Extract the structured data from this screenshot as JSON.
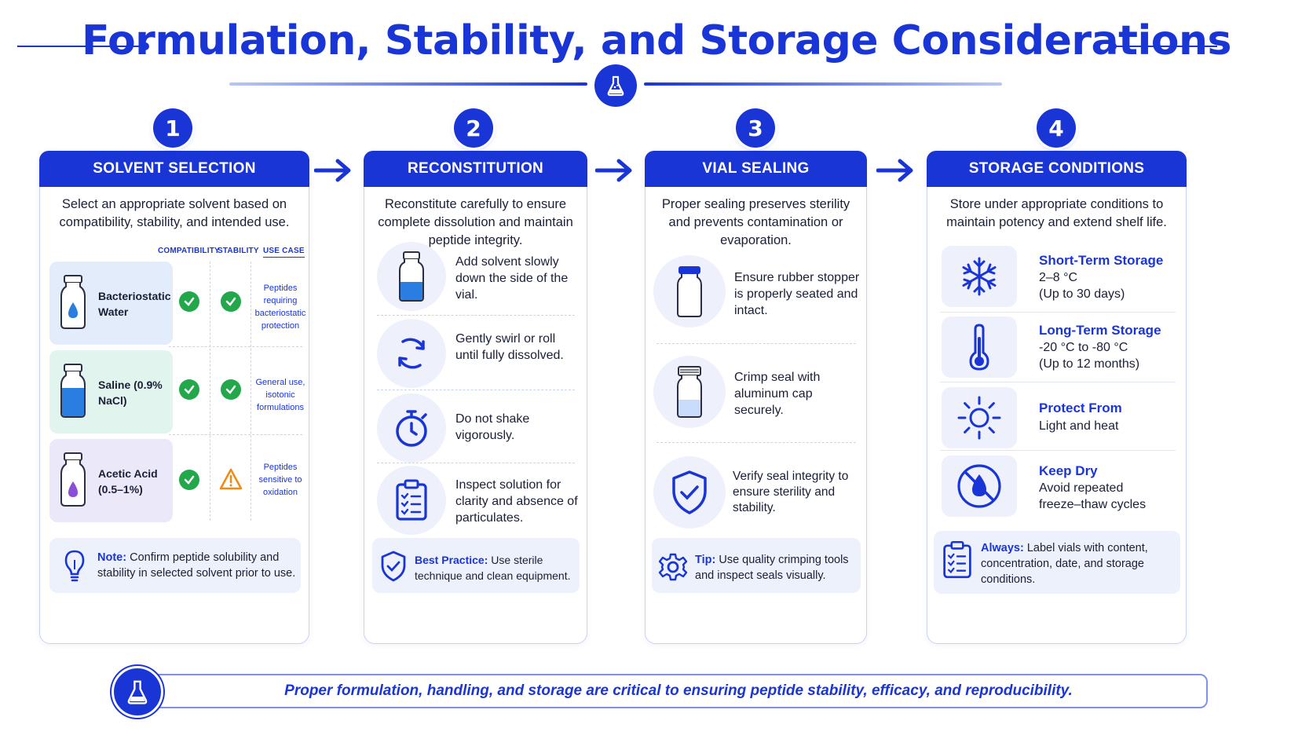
{
  "title": "Formulation, Stability, and Storage Considerations",
  "colors": {
    "primary": "#1a35d6",
    "check_green": "#22a84a",
    "warning_orange": "#f08a12",
    "card_border": "#c9d2f2",
    "soft_panel": "#edf1fb"
  },
  "steps": [
    {
      "number": "1",
      "header": "SOLVENT SELECTION",
      "intro": "Select an appropriate solvent based on compatibility, stability, and intended use."
    },
    {
      "number": "2",
      "header": "RECONSTITUTION",
      "intro": "Reconstitute carefully to ensure complete dissolution and maintain peptide integrity."
    },
    {
      "number": "3",
      "header": "VIAL SEALING",
      "intro": "Proper sealing preserves sterility and prevents contamination or evaporation."
    },
    {
      "number": "4",
      "header": "STORAGE CONDITIONS",
      "intro": "Store under appropriate conditions to maintain potency and extend shelf life."
    }
  ],
  "solvent_table": {
    "columns": [
      "COMPATIBILITY",
      "STABILITY",
      "USE CASE"
    ],
    "rows": [
      {
        "name": "Bacteriostatic Water",
        "compatibility": "check",
        "stability": "check",
        "use_case": "Peptides requiring bacteriostatic protection",
        "icon": "water-drop-vial-icon"
      },
      {
        "name": "Saline (0.9% NaCl)",
        "compatibility": "check",
        "stability": "check",
        "use_case": "General use, isotonic formulations",
        "icon": "saline-vial-icon"
      },
      {
        "name": "Acetic Acid (0.5–1%)",
        "compatibility": "check",
        "stability": "warning",
        "use_case": "Peptides sensitive to oxidation",
        "icon": "acid-vial-icon"
      }
    ],
    "note_label": "Note:",
    "note_text": "Confirm peptide solubility and stability in selected solvent prior to use."
  },
  "reconstitution": {
    "items": [
      {
        "text": "Add solvent slowly down the side of the vial.",
        "icon": "vial-icon"
      },
      {
        "text": "Gently swirl or roll until fully dissolved.",
        "icon": "swirl-arrows-icon"
      },
      {
        "text": "Do not shake vigorously.",
        "icon": "stopwatch-icon"
      },
      {
        "text": "Inspect solution for clarity and absence of particulates.",
        "icon": "clipboard-checklist-icon"
      }
    ],
    "tip_label": "Best Practice:",
    "tip_text": "Use sterile technique and clean equipment."
  },
  "sealing": {
    "items": [
      {
        "text": "Ensure rubber stopper is properly seated and intact.",
        "icon": "stopper-vial-icon"
      },
      {
        "text": "Crimp seal with aluminum cap securely.",
        "icon": "crimped-vial-icon"
      },
      {
        "text": "Verify seal integrity to ensure sterility and stability.",
        "icon": "shield-check-icon"
      }
    ],
    "tip_label": "Tip:",
    "tip_text": "Use quality crimping tools and inspect seals visually."
  },
  "storage": {
    "items": [
      {
        "title": "Short-Term Storage",
        "line1": "2–8 °C",
        "line2": "(Up to 30 days)",
        "icon": "snowflake-icon"
      },
      {
        "title": "Long-Term Storage",
        "line1": "-20 °C to -80 °C",
        "line2": "(Up to 12 months)",
        "icon": "thermometer-icon"
      },
      {
        "title": "Protect From",
        "line1": "Light and heat",
        "line2": "",
        "icon": "sun-icon"
      },
      {
        "title": "Keep Dry",
        "line1": "Avoid repeated",
        "line2": "freeze–thaw cycles",
        "icon": "no-water-icon"
      }
    ],
    "tip_label": "Always:",
    "tip_text": "Label vials with content, concentration, date, and storage conditions."
  },
  "footer": "Proper formulation, handling, and storage are critical to ensuring peptide stability, efficacy, and reproducibility."
}
